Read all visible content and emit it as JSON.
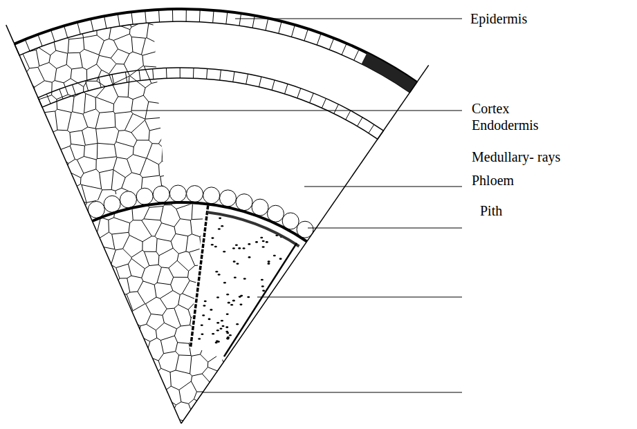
{
  "diagram": {
    "labels": [
      "Epidermis",
      "Cortex",
      "Endodermis",
      "Medullary- rays",
      "Phloem",
      "Pith"
    ]
  }
}
